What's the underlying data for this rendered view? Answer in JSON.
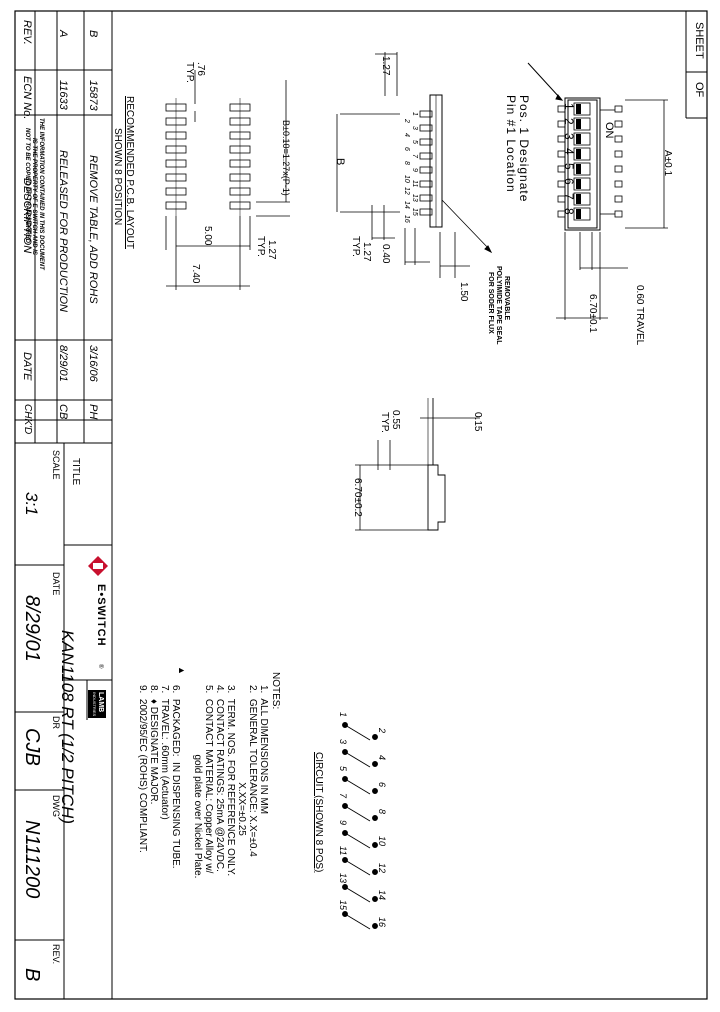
{
  "sheet_label": "SHEET",
  "of_label": "OF",
  "revision_table": {
    "headers": {
      "rev": "REV.",
      "ecn": "ECN No.",
      "description": "DESCRIPTION",
      "date": "DATE",
      "chkd": "CHK'D"
    },
    "rows": [
      {
        "rev": "B",
        "ecn": "15873",
        "description": "REMOVE TABLE, ADD ROHS",
        "date": "3/16/06",
        "chkd": "PH"
      },
      {
        "rev": "A",
        "ecn": "11633",
        "description": "RELEASED FOR PRODUCTION",
        "date": "8/29/01",
        "chkd": "CB"
      }
    ],
    "notice": [
      "THE INFORMATION CONTAINED IN THIS DOCUMENT",
      "IS THE PROPERTY OF E-SWITCH AND IS",
      "NOT TO BE COPIED OR TRANSFERRED"
    ]
  },
  "title_block": {
    "title_label": "TITLE",
    "title": "KAN1108 RT (1/2 PITCH)",
    "scale_label": "SCALE",
    "scale": "3:1",
    "date_label": "DATE",
    "date": "8/29/01",
    "dr_label": "DR",
    "dr": "CJB",
    "dwg_label": "DWG",
    "dwg": "N111200",
    "rev_label": "REV.",
    "rev": "B",
    "logo_text": "E•SWITCH",
    "logo_mark": "®",
    "lamb_logo": "LAMB",
    "lamb_sub": "INDUSTRIES"
  },
  "notes": {
    "heading": "NOTES:",
    "items": [
      "1.  ALL DIMENSIONS IN MM",
      "2.  GENERAL TOLERANCE: X.X=±0.4",
      "                                   X.XX=±0.25",
      "3.  TERM. NOS. FOR REFERENCE ONLY.",
      "4.  CONTACT RATINGS: 25mA @24VDC.",
      "5.  CONTACT MATERIAL: Copper Alloy w/",
      "                         gold plate over Nickel Plate.",
      "6.  PACKAGED:  IN DISPENSING TUBE.",
      "7.  TRAVEL: .60mm (Actuator)",
      "8.  ♦ DESIGNATE MAJOR.",
      "9.  2002/95/EC (ROHS) COMPLIANT."
    ],
    "marker": "▲"
  },
  "circuit": {
    "title": "CIRCUIT (SHOWN 8 POS)",
    "odd": [
      "1",
      "3",
      "5",
      "7",
      "9",
      "11",
      "13",
      "15"
    ],
    "even": [
      "2",
      "4",
      "6",
      "8",
      "10",
      "12",
      "14",
      "16"
    ]
  },
  "top_view": {
    "pos1_note": [
      "Pos. 1 Designate",
      "Pin #1 Location"
    ],
    "on_label": "ON",
    "numbers": [
      "1",
      "2",
      "3",
      "4",
      "5",
      "6",
      "7",
      "8"
    ],
    "dim_a": "A±0.1",
    "dim_travel": "0.60 TRAVEL",
    "dim_width": "6.70±0.1"
  },
  "side_view": {
    "dim_127_top": "1.27",
    "pins_top": [
      "1",
      "3",
      "5",
      "7",
      "9",
      "11",
      "13",
      "15"
    ],
    "pins_bottom": [
      "2",
      "4",
      "6",
      "8",
      "10",
      "12",
      "14",
      "16"
    ],
    "dim_b_formula": "B±0.10=1.27x(P-1)",
    "dim_b": "B",
    "dim_127_typ": "1.27",
    "typ": "TYP.",
    "dim_040": "0.40",
    "dim_150": "1.50",
    "tape_note": [
      "REMOVABLE",
      "POLYIMIDE TAPE SEAL",
      "FOR SODER FLUX"
    ]
  },
  "pcb_layout": {
    "title": "RECOMMENDED P.C.B. LAYOUT",
    "subtitle": "SHOWN 8 POSITION",
    "dim_076": ".76",
    "typ": "TYP.",
    "dim_127": "1.27",
    "dim_500": "5.00",
    "dim_740": "7.40"
  },
  "end_view": {
    "dim_015": "0.15",
    "dim_055": "0.55",
    "typ": "TYP.",
    "dim_height": "6.70±0.2"
  }
}
